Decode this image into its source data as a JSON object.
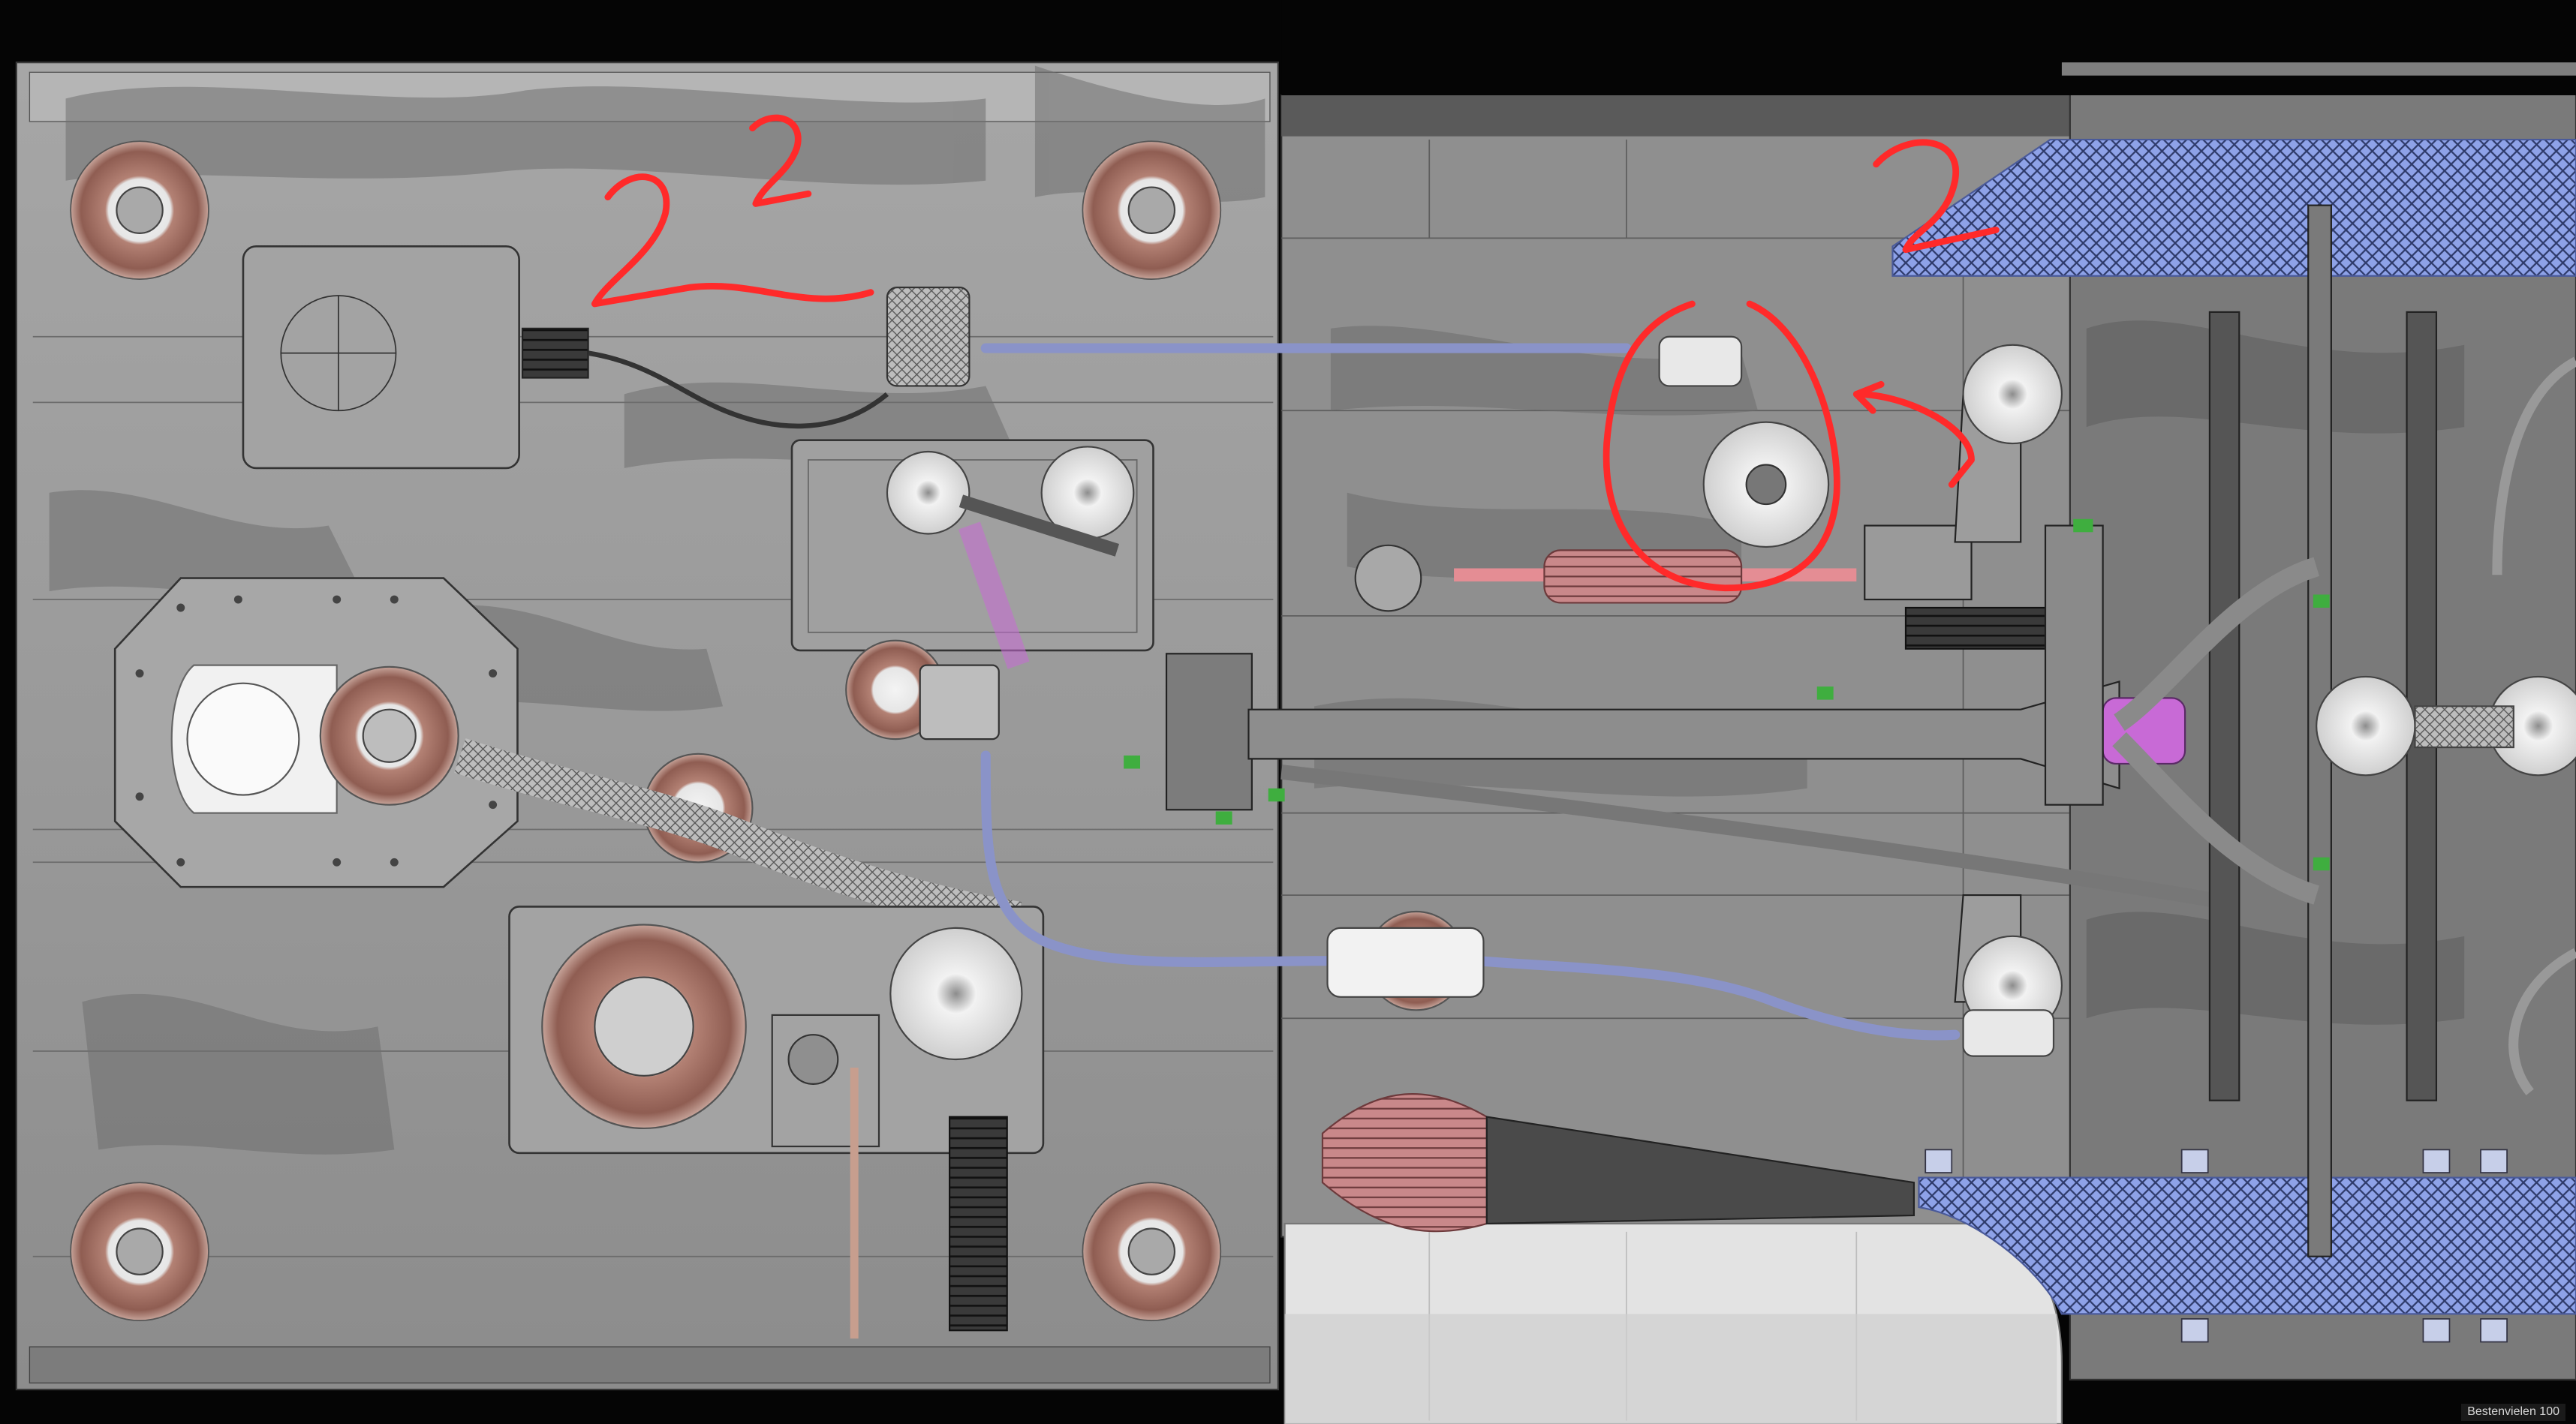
{
  "viewport": {
    "status_text": "Bestenvielen 100"
  },
  "annotations": {
    "stroke_color": "#ff2a2a",
    "marks": [
      "2",
      "2",
      "2"
    ]
  },
  "colors": {
    "background_top": "#050505",
    "floor": "#9a9a9a",
    "floor_dark": "#7d7d7d",
    "shadow": "#6b6b6b",
    "hose_blue": "#8a93c8",
    "boot_pink": "#c9888a",
    "rim_brown": "#8a5a50",
    "fitting_green": "#3fae3f",
    "grate_blue": "#8ea2e8"
  }
}
